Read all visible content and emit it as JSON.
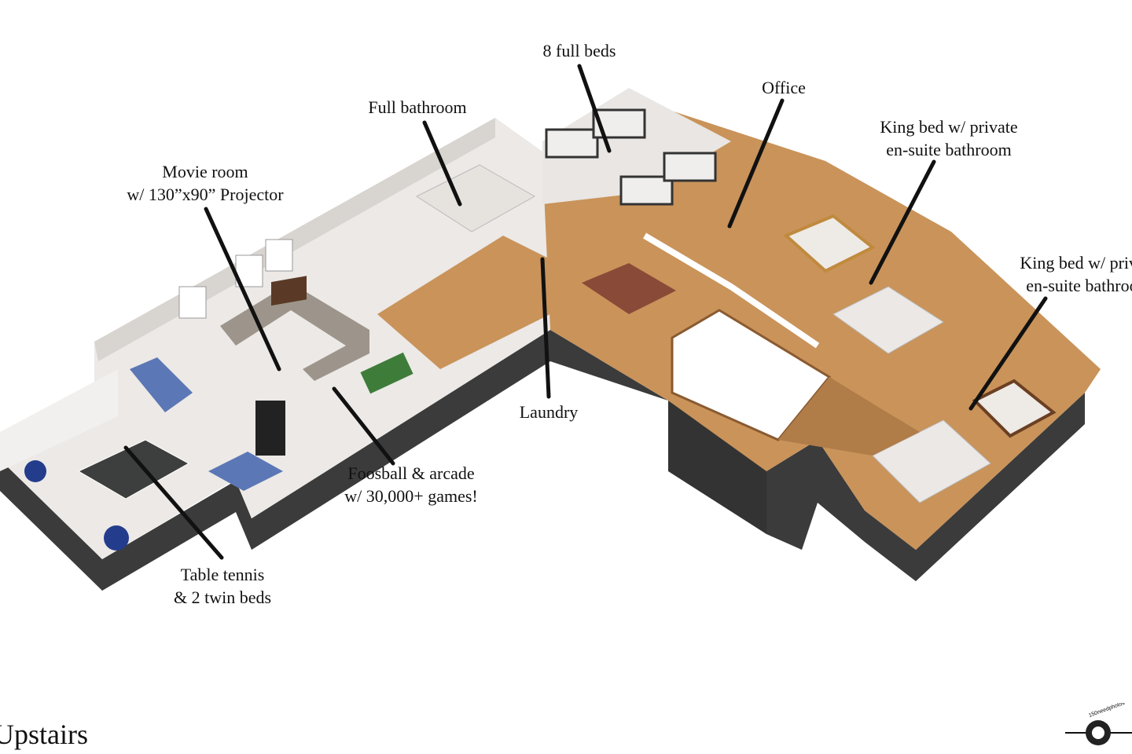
{
  "title": "Upstairs",
  "labels": {
    "beds8": "8 full beds",
    "full_bath": "Full bathroom",
    "office": "Office",
    "king1_l1": "King bed w/ private",
    "king1_l2": "en-suite bathroom",
    "movie_l1": "Movie room",
    "movie_l2": "w/ 130”x90” Projector",
    "king2_l1": "King bed w/ private",
    "king2_l2": "en-suite bathroom",
    "laundry": "Laundry",
    "foosball_l1": "Foosball & arcade",
    "foosball_l2": "w/ 30,000+ games!",
    "tennis_l1": "Table tennis",
    "tennis_l2": "& 2 twin beds"
  },
  "logo_text": "150needphotos",
  "colors": {
    "floor_wood": "#c9935a",
    "floor_light": "#ece8e4",
    "wall": "#f4f2f0",
    "brick": "#3a3a3a",
    "label": "#111111"
  }
}
